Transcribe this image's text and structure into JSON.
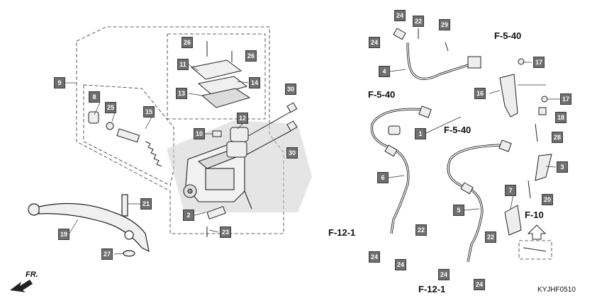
{
  "diagram": {
    "drawing_code": "KYJHF0510",
    "direction_label": "FR.",
    "references": {
      "f540_a": "F-5-40",
      "f540_b": "F-5-40",
      "f540_c": "F-5-40",
      "f10": "F-10",
      "f121_a": "F-12-1",
      "f121_b": "F-12-1"
    },
    "callouts": {
      "c1": "1",
      "c2": "2",
      "c3": "3",
      "c4": "4",
      "c5": "5",
      "c6": "6",
      "c7": "7",
      "c8": "8",
      "c9": "9",
      "c10": "10",
      "c11": "11",
      "c12": "12",
      "c13": "13",
      "c14": "14",
      "c15": "15",
      "c16": "16",
      "c17a": "17",
      "c17b": "17",
      "c18": "18",
      "c19": "19",
      "c20": "20",
      "c21": "21",
      "c22a": "22",
      "c22b": "22",
      "c22c": "22",
      "c23": "23",
      "c24a": "24",
      "c24b": "24",
      "c24c": "24",
      "c24d": "24",
      "c24e": "24",
      "c24f": "24",
      "c25": "25",
      "c26a": "26",
      "c26b": "26",
      "c27": "27",
      "c28": "28",
      "c29": "29",
      "c30a": "30",
      "c30b": "30"
    }
  }
}
